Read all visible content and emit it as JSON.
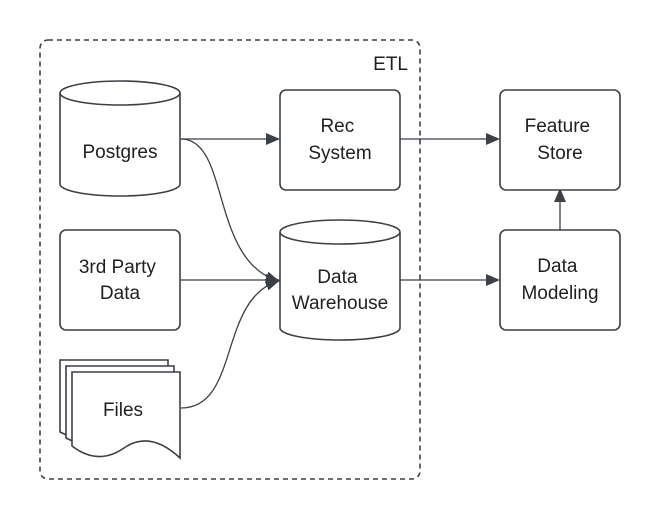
{
  "diagram": {
    "group_label": "ETL",
    "colors": {
      "stroke": "#3b3f46",
      "fill": "#ffffff",
      "text": "#1f1f1f"
    },
    "nodes": {
      "postgres": {
        "shape": "cylinder",
        "lines": [
          "Postgres"
        ]
      },
      "third_party": {
        "shape": "rounded-rect",
        "lines": [
          "3rd Party",
          "Data"
        ]
      },
      "files": {
        "shape": "multi-document",
        "lines": [
          "Files"
        ]
      },
      "rec_system": {
        "shape": "rounded-rect",
        "lines": [
          "Rec",
          "System"
        ]
      },
      "data_warehouse": {
        "shape": "cylinder",
        "lines": [
          "Data",
          "Warehouse"
        ]
      },
      "feature_store": {
        "shape": "rounded-rect",
        "lines": [
          "Feature",
          "Store"
        ]
      },
      "data_modeling": {
        "shape": "rounded-rect",
        "lines": [
          "Data",
          "Modeling"
        ]
      }
    },
    "edges": [
      {
        "from": "postgres",
        "to": "rec_system"
      },
      {
        "from": "postgres",
        "to": "data_warehouse"
      },
      {
        "from": "third_party",
        "to": "data_warehouse"
      },
      {
        "from": "files",
        "to": "data_warehouse"
      },
      {
        "from": "rec_system",
        "to": "feature_store"
      },
      {
        "from": "data_warehouse",
        "to": "data_modeling"
      },
      {
        "from": "data_modeling",
        "to": "feature_store"
      }
    ]
  }
}
